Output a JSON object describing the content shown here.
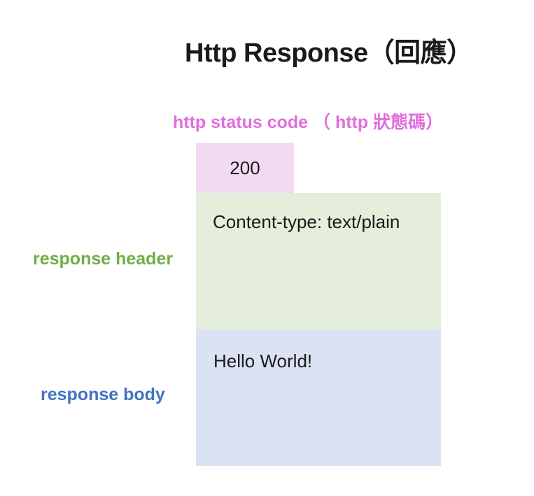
{
  "title": "Http Response（回應）",
  "labels": {
    "status_code": "http status code （ http 狀態碼）",
    "response_header": "response header",
    "response_body": "response body"
  },
  "boxes": {
    "status": {
      "text": "200"
    },
    "header": {
      "text": "Content-type: text/plain"
    },
    "body": {
      "text": "Hello World!"
    }
  },
  "colors": {
    "title_text": "#1a1a1a",
    "status_label_text": "#e06edc",
    "header_label_text": "#70ad47",
    "body_label_text": "#4472c4",
    "status_box_bg": "#f3daf3",
    "header_box_bg": "#e4eeda",
    "body_box_bg": "#dbe2f2"
  }
}
